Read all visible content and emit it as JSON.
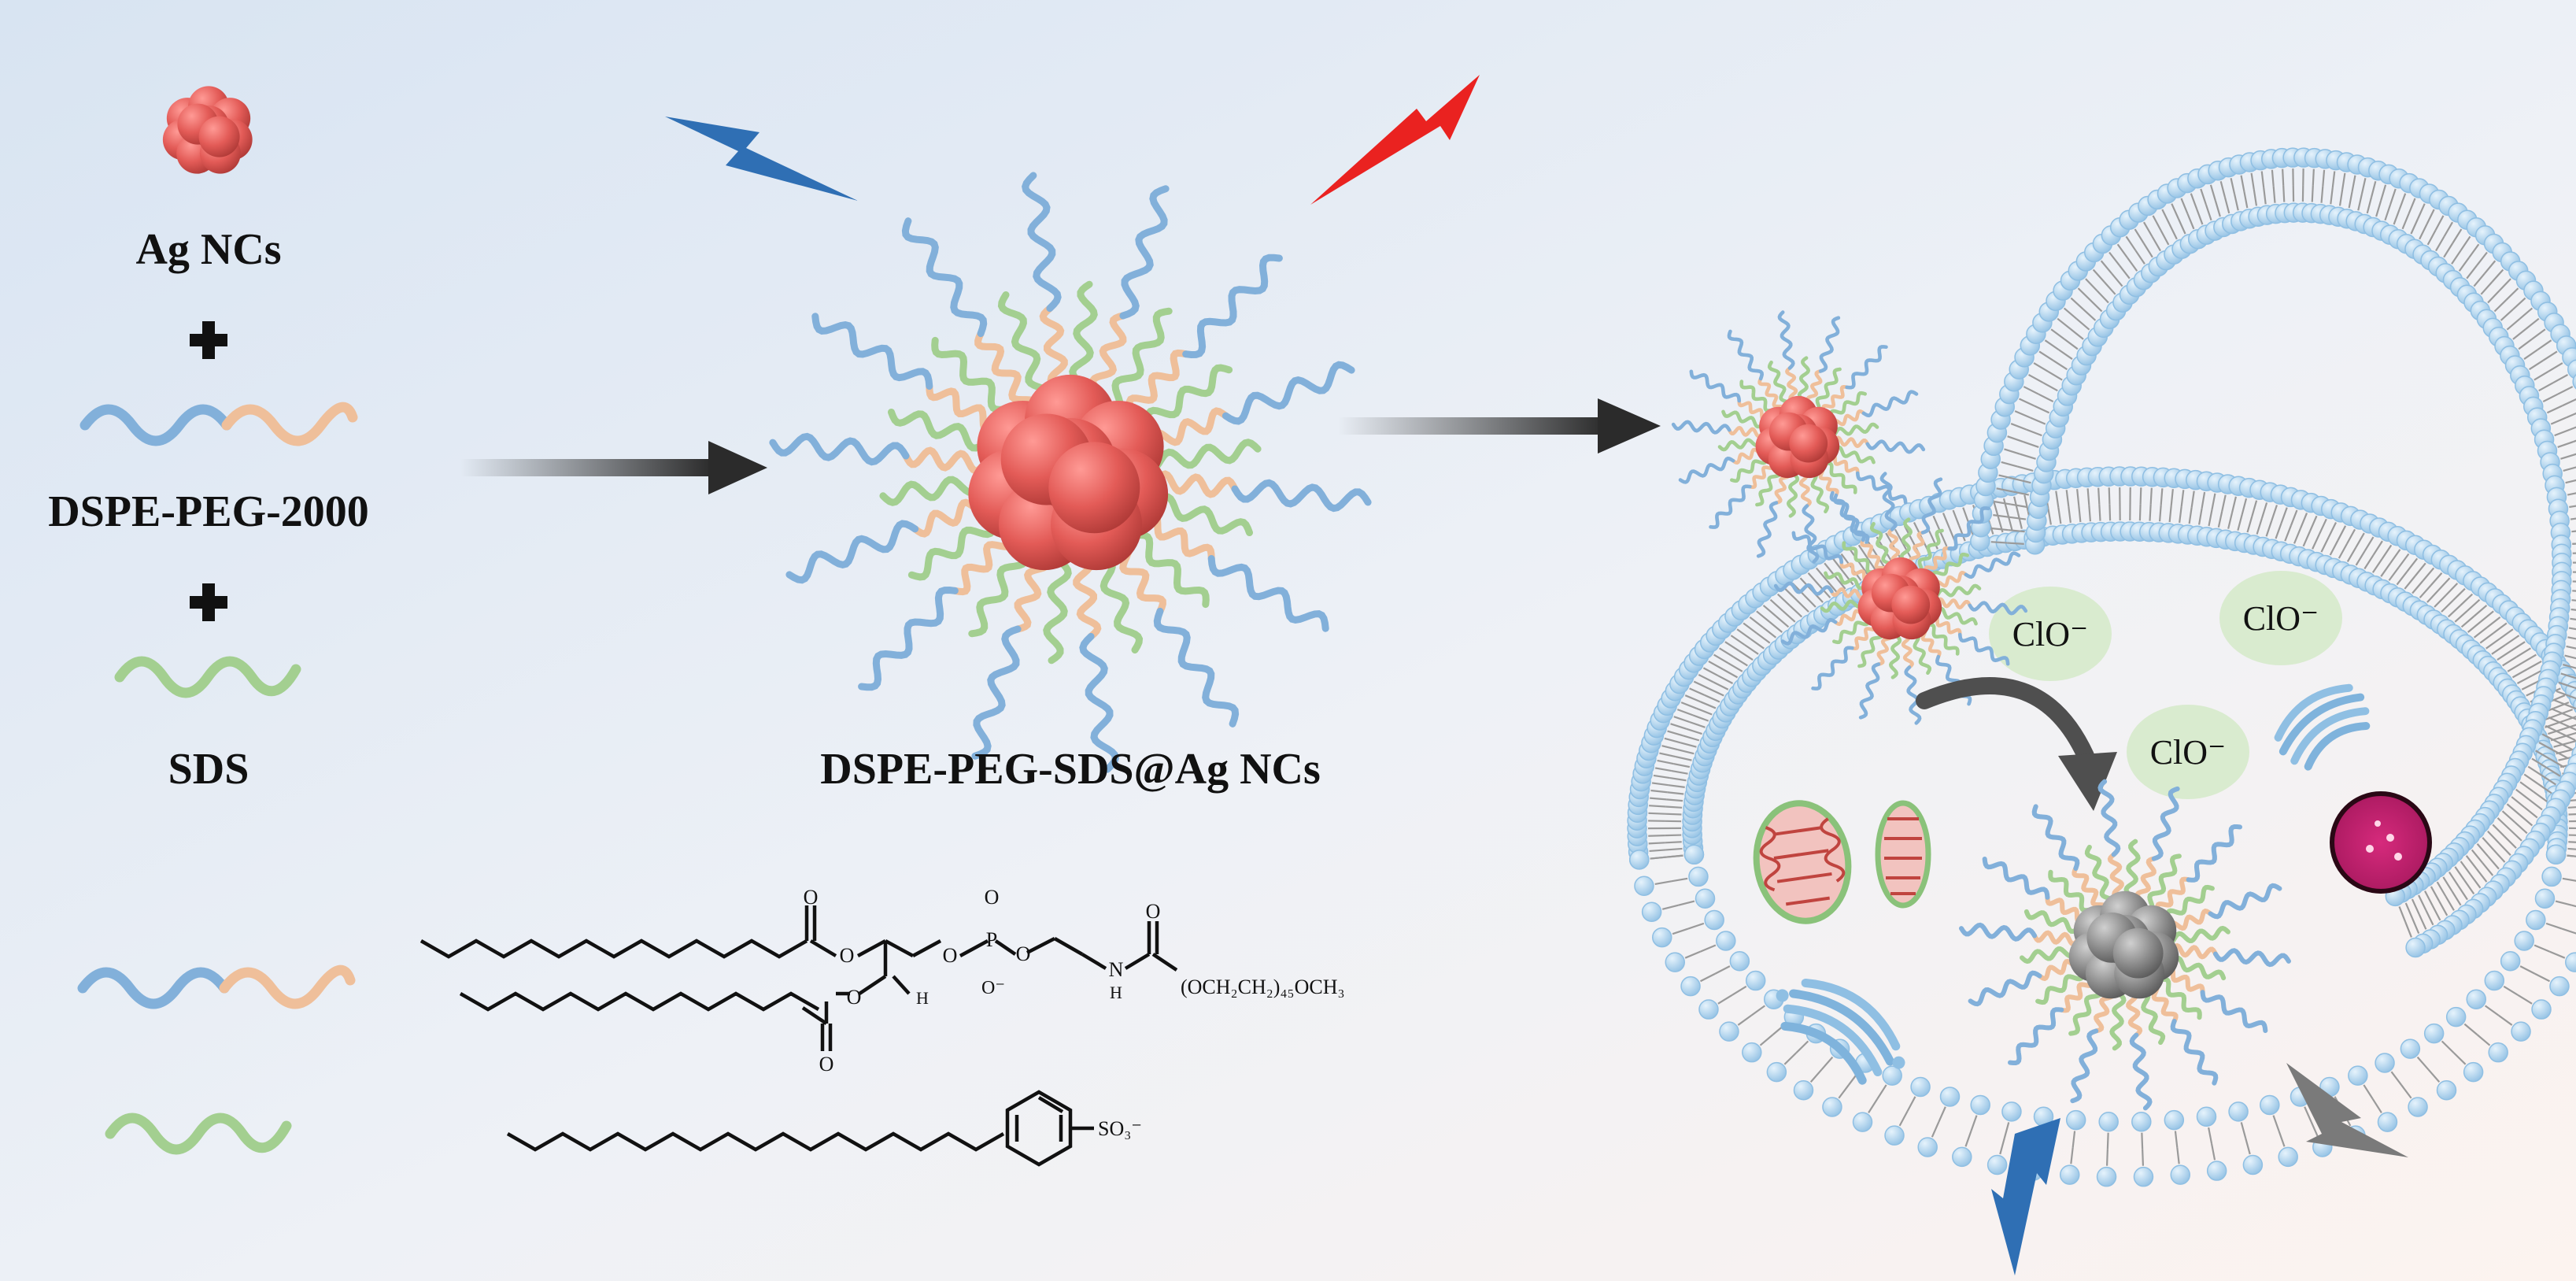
{
  "labels": {
    "ag_ncs": "Ag NCs",
    "dspe_peg": "DSPE-PEG-2000",
    "sds": "SDS",
    "product": "DSPE-PEG-SDS@Ag NCs",
    "clo": "ClO⁻"
  },
  "chemistry": {
    "peg_chain": "(OCH₂CH₂)₄₅OCH₃",
    "sulfonate": "SO₃⁻",
    "atoms": {
      "oxygen": "O",
      "phosphorus": "P",
      "nitrogen": "N",
      "hydrogen": "H",
      "oxide": "O⁻"
    }
  },
  "colors": {
    "background_top": "#dde7f3",
    "background_bottom": "#fbf2ee",
    "cluster_red": "#e35b57",
    "cluster_grey": "#8e8e8e",
    "peg_blue": "#82b0da",
    "peg_orange": "#efbf9a",
    "sds_green": "#a3cf90",
    "lipid_head": "#b4d6f0",
    "bolt_blue": "#2f6fb4",
    "bolt_red": "#ea2220",
    "bolt_grey": "#7a7a7a",
    "clo_bubble": "#d9ebcf"
  },
  "icons": [
    "lightning-bolt-icon",
    "plus-icon",
    "arrow-icon",
    "mitochondrion-icon",
    "golgi-icon",
    "lysosome-icon"
  ]
}
